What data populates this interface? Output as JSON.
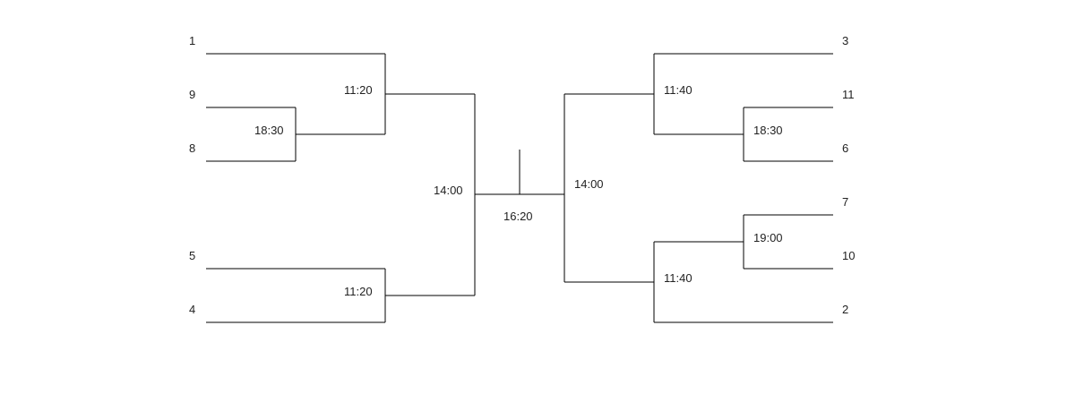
{
  "colors": {
    "line": "#000000",
    "text": "#222222",
    "background": "#ffffff"
  },
  "seeds": {
    "left": [
      "1",
      "9",
      "8",
      "5",
      "4"
    ],
    "right": [
      "3",
      "11",
      "6",
      "7",
      "10",
      "2"
    ]
  },
  "matches": {
    "left_play_in": "18:30",
    "left_quarter_top": "11:20",
    "left_quarter_bottom": "11:20",
    "left_semi": "14:00",
    "final": "16:20",
    "right_semi": "14:00",
    "right_quarter_top": "11:40",
    "right_quarter_bottom": "11:40",
    "right_play_in_top": "18:30",
    "right_play_in_bottom": "19:00"
  }
}
